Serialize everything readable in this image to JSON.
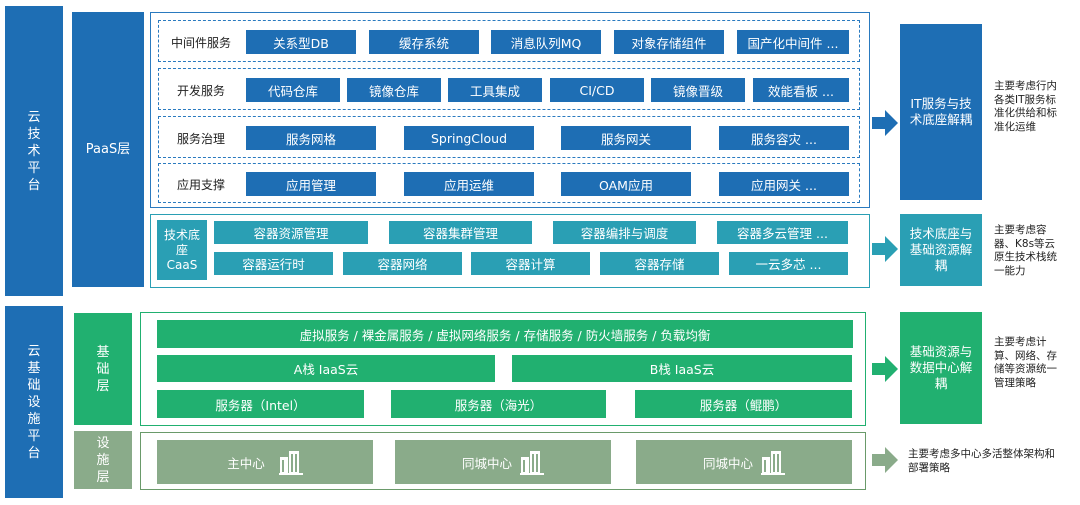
{
  "cloud_tech_platform": {
    "label": "云技术平台",
    "paas_label": "PaaS层",
    "rows": [
      {
        "label": "中间件服务",
        "tiles": [
          "关系型DB",
          "缓存系统",
          "消息队列MQ",
          "对象存储组件",
          "国产化中间件 ..."
        ]
      },
      {
        "label": "开发服务",
        "tiles": [
          "代码仓库",
          "镜像仓库",
          "工具集成",
          "CI/CD",
          "镜像晋级",
          "效能看板 ..."
        ]
      },
      {
        "label": "服务治理",
        "tiles": [
          "服务网格",
          "SpringCloud",
          "服务网关",
          "服务容灾 ..."
        ]
      },
      {
        "label": "应用支撑",
        "tiles": [
          "应用管理",
          "应用运维",
          "OAM应用",
          "应用网关 ..."
        ]
      }
    ],
    "caas": {
      "label": "技术底座CaaS",
      "row1": [
        "容器资源管理",
        "容器集群管理",
        "容器编排与调度",
        "容器多云管理 ..."
      ],
      "row2": [
        "容器运行时",
        "容器网络",
        "容器计算",
        "容器存储",
        "一云多芯 ..."
      ]
    },
    "right1": {
      "title": "IT服务与技术底座解耦",
      "note": "主要考虑行内各类IT服务标准化供给和标准化运维"
    },
    "right2": {
      "title": "技术底座与基础资源解耦",
      "note": "主要考虑容器、K8s等云原生技术栈统一能力"
    }
  },
  "cloud_infra_platform": {
    "label": "云基础设施平台",
    "base_label": "基础层",
    "facility_label": "设施层",
    "services_bar": "虚拟服务 / 裸金属服务 / 虚拟网络服务 / 存储服务 / 防火墙服务 / 负载均衡",
    "stacks": [
      "A栈 IaaS云",
      "B栈 IaaS云"
    ],
    "servers": [
      "服务器（Intel）",
      "服务器（海光）",
      "服务器（鲲鹏）"
    ],
    "centers": [
      "主中心",
      "同城中心",
      "同城中心"
    ],
    "right3": {
      "title": "基础资源与数据中心解耦",
      "note": "主要考虑计算、网络、存储等资源统一管理策略"
    },
    "right4": {
      "note": "主要考虑多中心多活整体架构和部署策略"
    }
  },
  "colors": {
    "blue": "#1e6eb4",
    "teal": "#2a9fb4",
    "green": "#21b070",
    "gray": "#8aab8a"
  }
}
